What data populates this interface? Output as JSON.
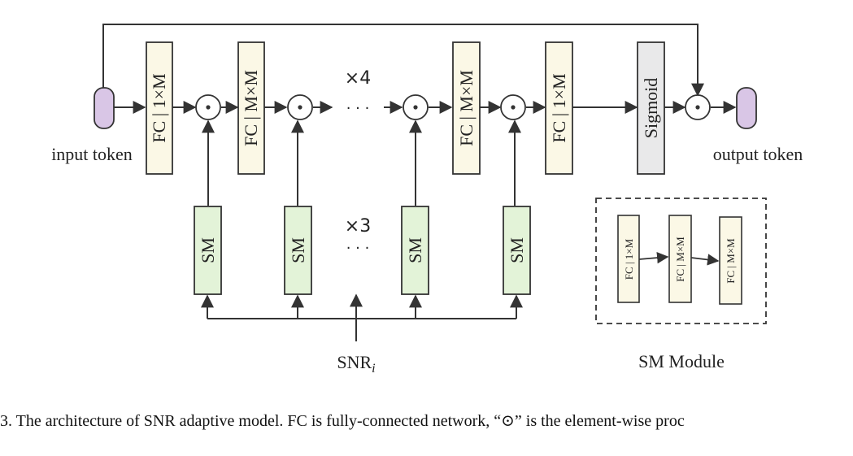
{
  "diagram": {
    "input_label": "input token",
    "output_label": "output token",
    "fc_blocks": [
      "FC | 1×M",
      "FC | M×M",
      "FC | M×M",
      "FC | 1×M"
    ],
    "sigmoid_label": "Sigmoid",
    "sm_label": "SM",
    "repeat_top": "×4",
    "repeat_bottom": "×3",
    "ellipsis": "· · ·",
    "product_symbol": "⊙",
    "snr_label": "SNR",
    "snr_subscript": "i",
    "sm_module": {
      "title": "SM Module",
      "blocks": [
        "FC | 1×M",
        "FC | M×M",
        "FC | M×M"
      ]
    },
    "colors": {
      "token_fill": "#d9c6e6",
      "fc_fill": "#fbf8e6",
      "sm_fill": "#e3f3d8",
      "sigmoid_fill": "#e9e9ea",
      "line": "#333333"
    }
  },
  "caption": "3.  The architecture of SNR adaptive model. FC is fully-connected network, “⊙” is the element-wise proc"
}
